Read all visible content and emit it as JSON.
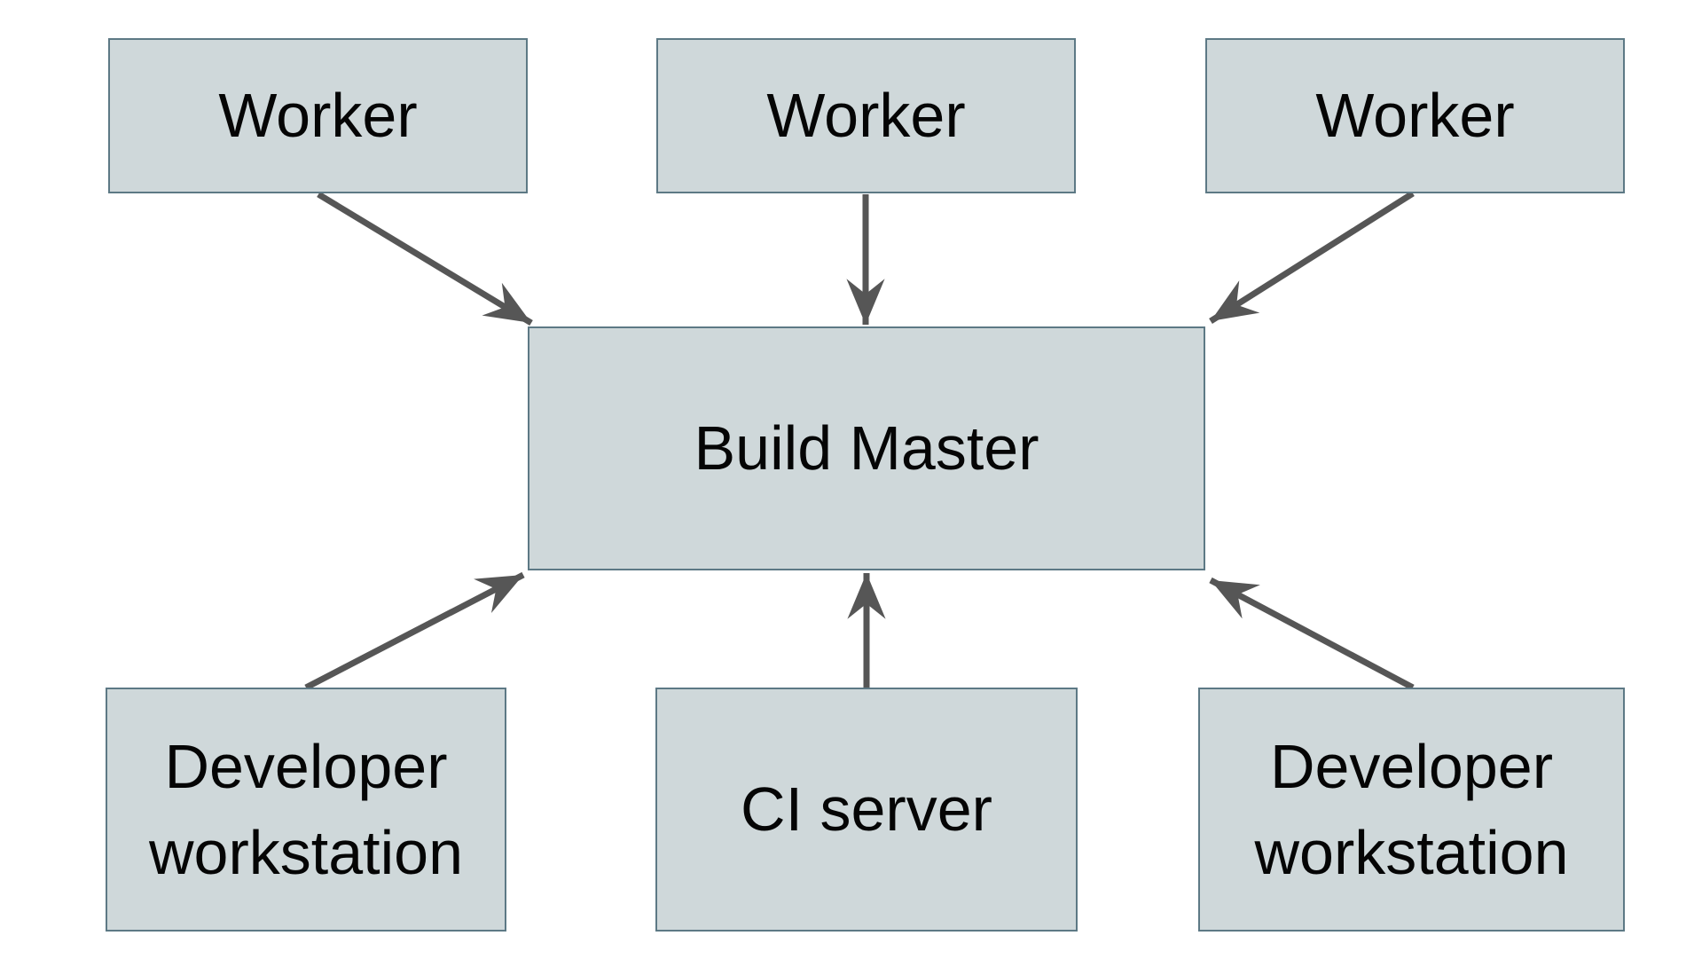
{
  "diagram": {
    "background": "#ffffff",
    "colors": {
      "node_fill": "#cfd8da",
      "node_border": "#5d7985",
      "arrow": "#565656",
      "text": "#050505"
    },
    "nodes": {
      "worker1": {
        "label": "Worker"
      },
      "worker2": {
        "label": "Worker"
      },
      "worker3": {
        "label": "Worker"
      },
      "build_master": {
        "label": "Build Master"
      },
      "dev_workstation1": {
        "label": "Developer workstation"
      },
      "ci_server": {
        "label": "CI server"
      },
      "dev_workstation2": {
        "label": "Developer workstation"
      }
    },
    "edges": [
      {
        "from": "worker1",
        "to": "build_master",
        "arrowhead": "at-build-master"
      },
      {
        "from": "worker2",
        "to": "build_master",
        "arrowhead": "at-build-master"
      },
      {
        "from": "worker3",
        "to": "build_master",
        "arrowhead": "at-build-master"
      },
      {
        "from": "dev_workstation1",
        "to": "build_master",
        "arrowhead": "at-build-master"
      },
      {
        "from": "ci_server",
        "to": "build_master",
        "arrowhead": "at-build-master"
      },
      {
        "from": "dev_workstation2",
        "to": "build_master",
        "arrowhead": "at-build-master"
      }
    ]
  }
}
